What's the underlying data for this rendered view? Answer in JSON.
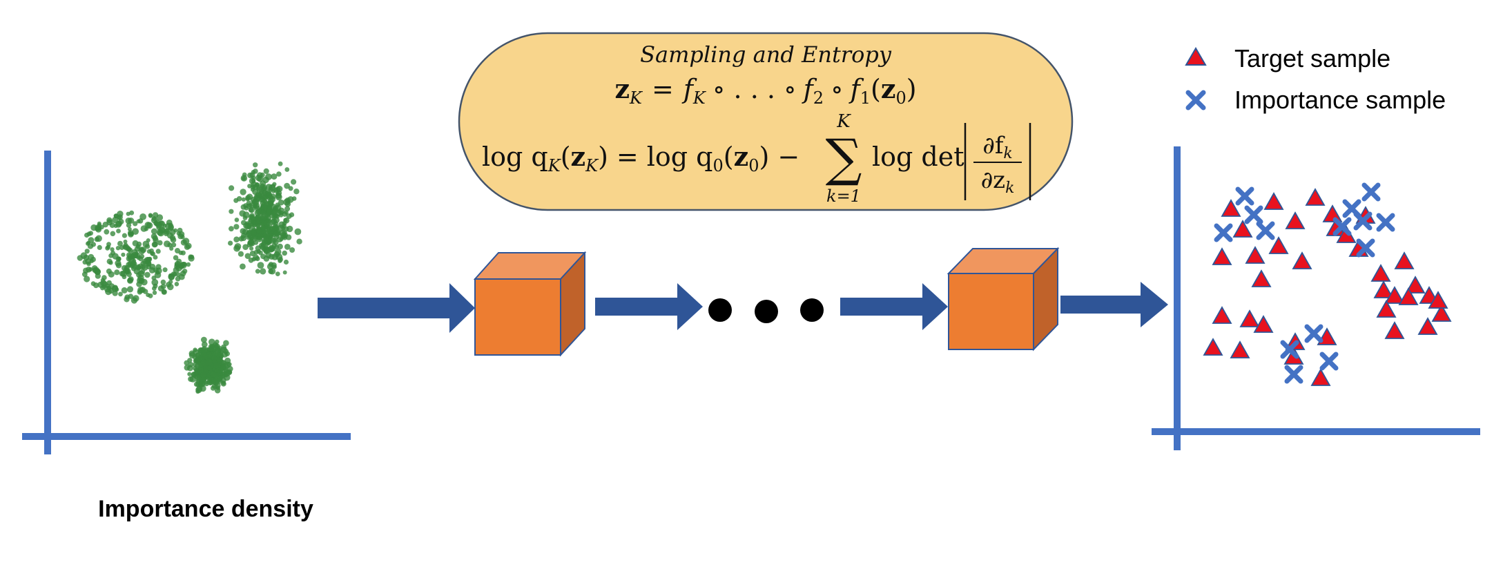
{
  "formula_box": {
    "title": "Sampling and Entropy",
    "fill": "#F8D58C",
    "stroke": "#44546A",
    "eq1": {
      "lhs_symbol": "z",
      "lhs_sub": "K",
      "equals": "=",
      "f_K": "f",
      "f_K_sub": "K",
      "compose_chain": "∘ . . . ∘",
      "f_2": "f",
      "f_2_sub": "2",
      "compose": "∘",
      "f_1": "f",
      "f_1_sub": "1",
      "paren_open": "(",
      "z0": "z",
      "z0_sub": "0",
      "paren_close": ")"
    },
    "eq2": {
      "log_q": "log q",
      "q_sub": "K",
      "arg_open": "(",
      "arg_z": "z",
      "arg_sub": "K",
      "arg_close": ")",
      "equals": "=",
      "log_q0": "log q",
      "q0_sub": "0",
      "arg0_open": "(",
      "arg0_z": "z",
      "arg0_sub": "0",
      "arg0_close": ")",
      "minus": "−",
      "sum_symbol": "∑",
      "sum_upper": "K",
      "sum_lower": "k=1",
      "log_det": "log det",
      "numerator": "∂f",
      "numerator_sub": "k",
      "denominator": "∂z",
      "denominator_sub": "k"
    }
  },
  "left_panel": {
    "caption": "Importance density",
    "axis_color": "#4472C4",
    "point_color": "#3A8A3E"
  },
  "flow": {
    "arrow_color": "#2F5597",
    "cube_front": "#ED7D31",
    "cube_top": "#F0965E",
    "cube_side": "#C0622A",
    "cube_stroke": "#2F5597",
    "dots_color": "#000000"
  },
  "legend": {
    "target_label": "Target sample",
    "importance_label": "Importance sample",
    "target_color": "#E8121E",
    "target_stroke": "#2F5597",
    "importance_color": "#4472C4"
  },
  "right_panel": {
    "axis_color": "#4472C4"
  }
}
